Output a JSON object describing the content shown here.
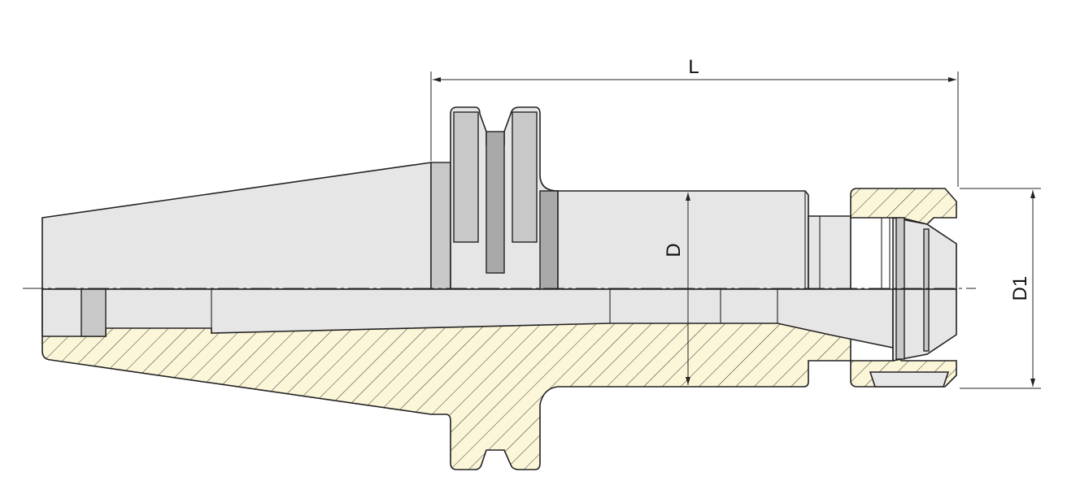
{
  "dimensions": {
    "length_label": "L",
    "bore_diameter_label": "D",
    "nut_diameter_label": "D1"
  },
  "colors": {
    "body": "#e6e6e6",
    "section_fill": "#fcf6d9",
    "hatch_line": "#333333",
    "outline": "#222222"
  }
}
